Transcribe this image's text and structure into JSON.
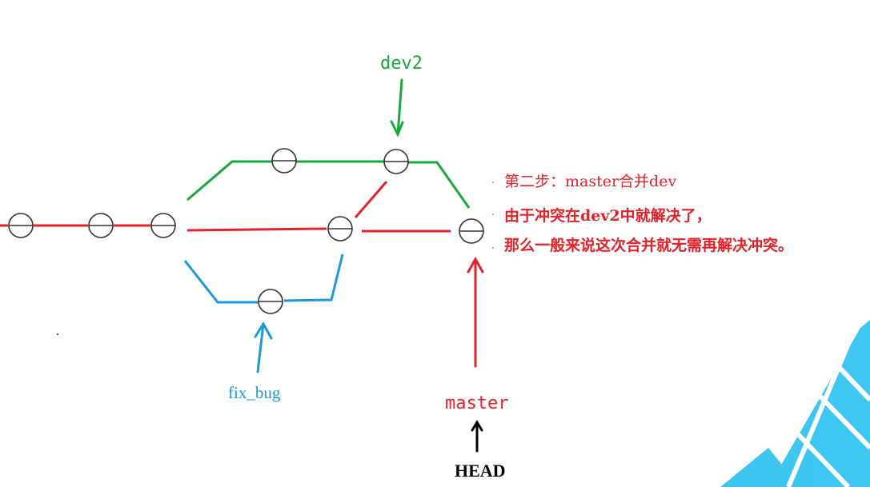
{
  "labels": {
    "dev2": "dev2",
    "fix_bug": "fix_bug",
    "master": "master",
    "head": "HEAD"
  },
  "notes": {
    "step": "第二步：master合并dev",
    "line1": "由于冲突在dev2中就解决了，",
    "line2": "那么一般来说这次合并就无需再解决冲突。"
  },
  "colors": {
    "master": "#e8202a",
    "dev2": "#1aa83a",
    "fix_bug": "#1a9ad8",
    "head": "#000000",
    "watermark": "#33c4f0"
  }
}
